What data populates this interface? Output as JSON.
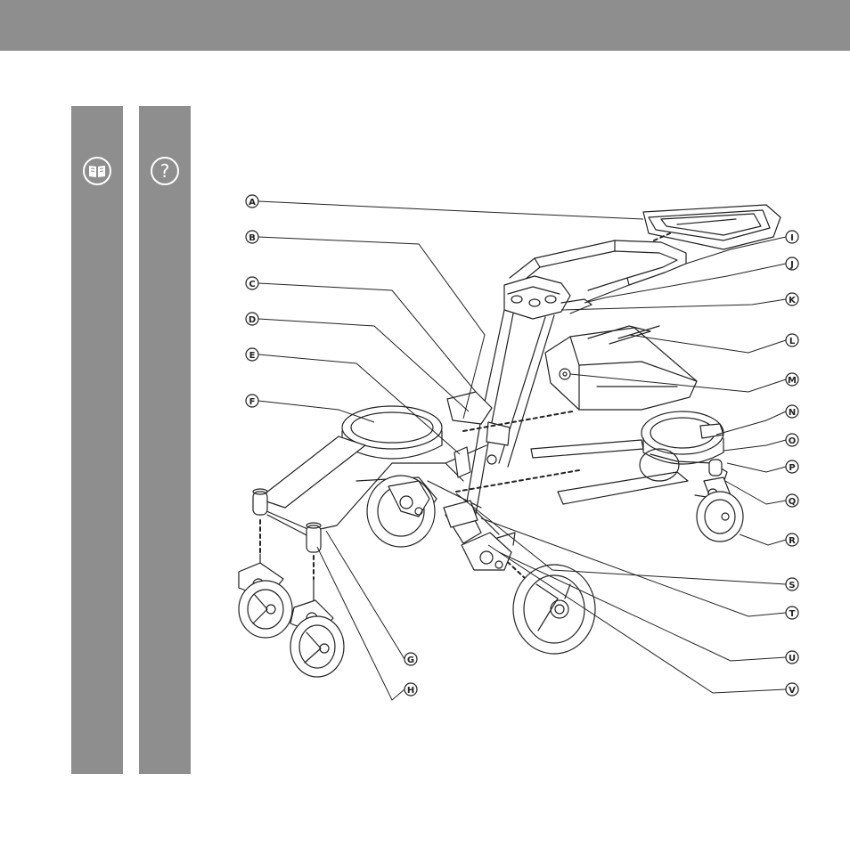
{
  "colors": {
    "header_bar": "#8e8e8e",
    "side_tab": "#8e8e8e",
    "line": "#222222"
  },
  "icons": {
    "tab1": "manual-book-icon",
    "tab2": "help-question-icon"
  },
  "sidebar_tabs": [
    {
      "icon": "manual-book-icon"
    },
    {
      "icon": "help-question-icon",
      "glyph": "?"
    }
  ],
  "callouts": {
    "left": [
      "A",
      "B",
      "C",
      "D",
      "E",
      "F"
    ],
    "bottom": [
      "G",
      "H"
    ],
    "right": [
      "I",
      "J",
      "K",
      "L",
      "M",
      "N",
      "O",
      "P",
      "Q",
      "R",
      "S",
      "T",
      "U",
      "V"
    ]
  }
}
